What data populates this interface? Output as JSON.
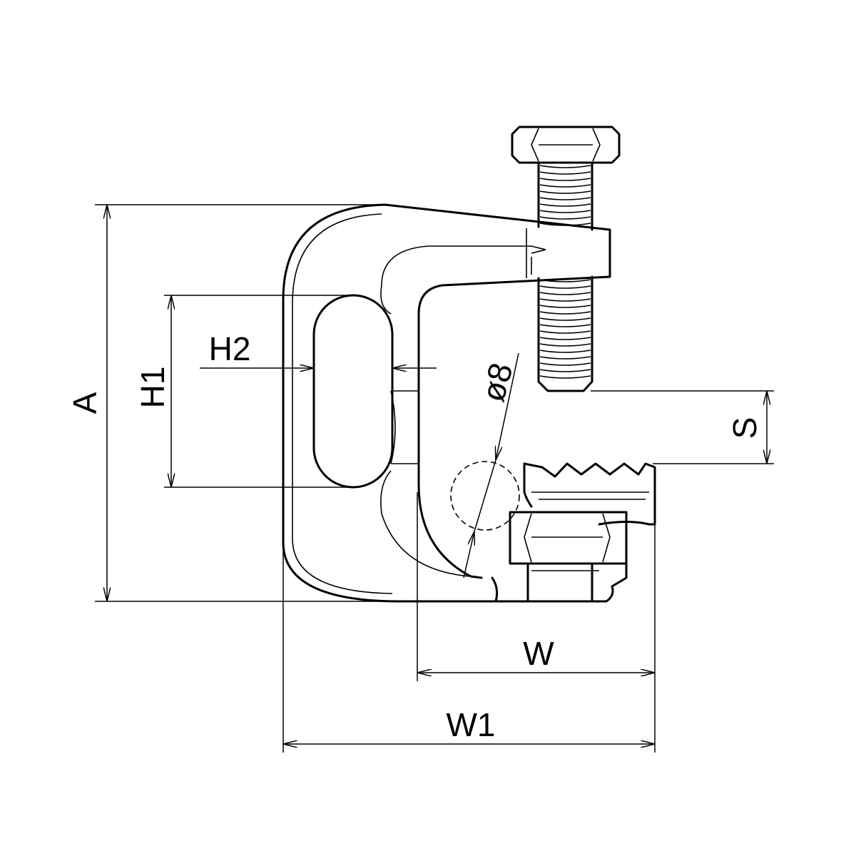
{
  "drawing": {
    "title": "Beam clamp dimension drawing",
    "dimensions": {
      "A": "A",
      "H1": "H1",
      "H2": "H2",
      "diameter": "ø8",
      "S": "S",
      "W": "W",
      "W1": "W1"
    }
  }
}
